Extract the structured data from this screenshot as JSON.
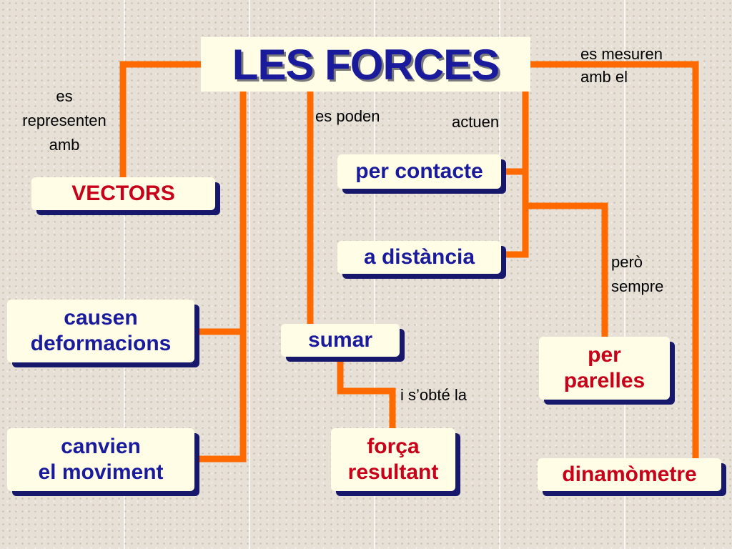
{
  "title": "LES FORCES",
  "link_color": "#ff6a00",
  "shadow_color": "#17176b",
  "box_fill": "#fffde6",
  "nodes": {
    "vectors": "VECTORS",
    "per_contacte": "per contacte",
    "a_distancia": "a distància",
    "causen": "causen\ndeformacions",
    "sumar": "sumar",
    "per_parelles": "per\nparelles",
    "canvien": "canvien\nel moviment",
    "forca_resultant": "força\nresultant",
    "dinamometre": "dinamòmetre"
  },
  "labels": {
    "representen": "es\nrepresenten\namb",
    "poden": "es poden",
    "actuen": "actuen",
    "mesuren": "es mesuren\namb el",
    "sempre": "però\nsempre",
    "obte": "i s’obté la"
  }
}
